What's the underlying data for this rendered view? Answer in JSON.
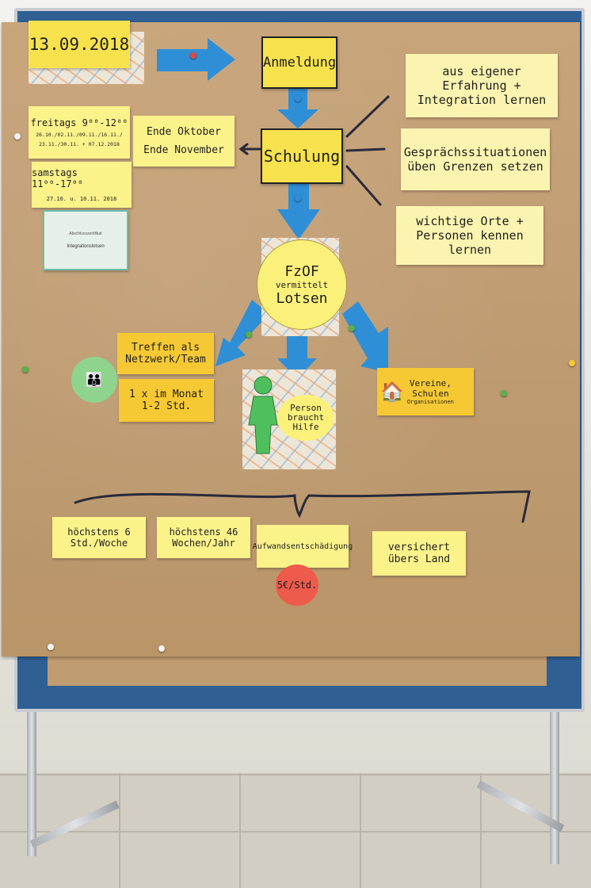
{
  "date_note": "13.09.2018",
  "anmeldung": "Anmeldung",
  "schulung": "Schulung",
  "goals": [
    "aus eigener Erfahrung + Integration lernen",
    "Gesprächssituationen üben Grenzen setzen",
    "wichtige Orte + Personen kennen lernen"
  ],
  "ende": [
    "Ende Oktober",
    "Ende November"
  ],
  "freitags": {
    "title": "freitags 9⁰⁰-12⁰⁰",
    "line1": "26.10./02.11./09.11./16.11./",
    "line2": "23.11./30.11. + 07.12.2018"
  },
  "samstags": {
    "title": "samstags 11⁰⁰-17⁰⁰",
    "line": "27.10. u. 10.11. 2018"
  },
  "certificate": {
    "header": "Abschlusszertifikat",
    "text": "Integrationslotsen"
  },
  "center_circle": [
    "FzOF",
    "vermittelt",
    "Lotsen"
  ],
  "treffen": "Treffen als Netzwerk/Team",
  "monat": "1 x im Monat 1-2 Std.",
  "person": [
    "Person",
    "braucht",
    "Hilfe"
  ],
  "vereine": [
    "Vereine,",
    "Schulen",
    "Organisationen"
  ],
  "bottom": [
    "höchstens 6 Std./Woche",
    "höchstens 46 Wochen/Jahr",
    "Aufwandsentschädigung",
    "versichert übers Land"
  ],
  "price": "5€/Std.",
  "colors": {
    "kraft_paper": "#c4a075",
    "yellow_note": "#f7e24d",
    "pale_note": "#fbf4b0",
    "arrow_blue": "#2f8fd6",
    "badge_red": "#ee5a4b",
    "figure_green": "#4fbf5d"
  }
}
